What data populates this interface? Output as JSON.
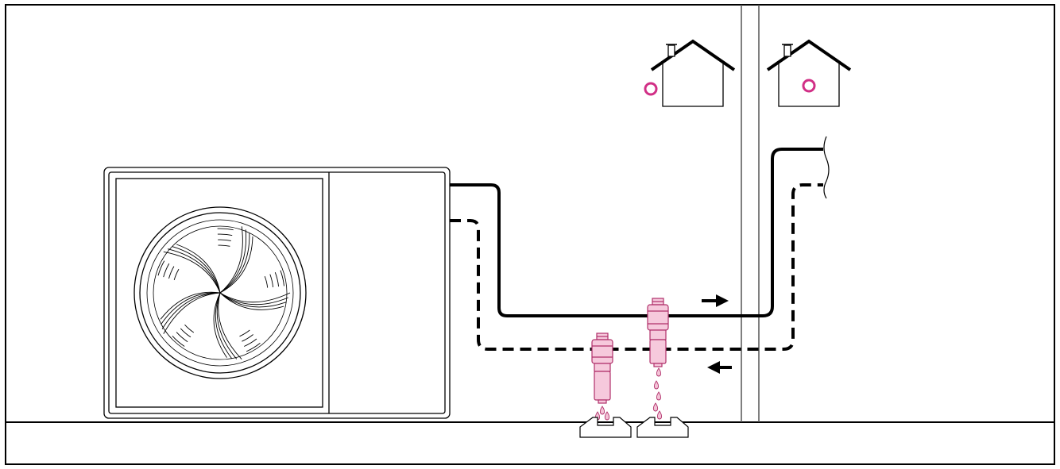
{
  "diagram": {
    "colors": {
      "line": "#000000",
      "background": "#ffffff",
      "valve_fill": "#f6c9dc",
      "valve_stroke": "#b0306a",
      "drop_fill": "#f3c2d6",
      "indicator": "#d12f86"
    },
    "flow": {
      "supply_direction": "right",
      "return_direction": "left"
    },
    "components": {
      "heat_pump": {
        "icon": "heat-pump-outdoor-unit"
      },
      "houses": [
        {
          "icon": "house-icon",
          "indicator": "status-dot-left"
        },
        {
          "icon": "house-icon",
          "indicator": "status-dot-center"
        }
      ],
      "valves": [
        {
          "icon": "pressure-relief-valve-icon",
          "drops": 3
        },
        {
          "icon": "pressure-relief-valve-icon",
          "drops": 5
        }
      ]
    }
  }
}
